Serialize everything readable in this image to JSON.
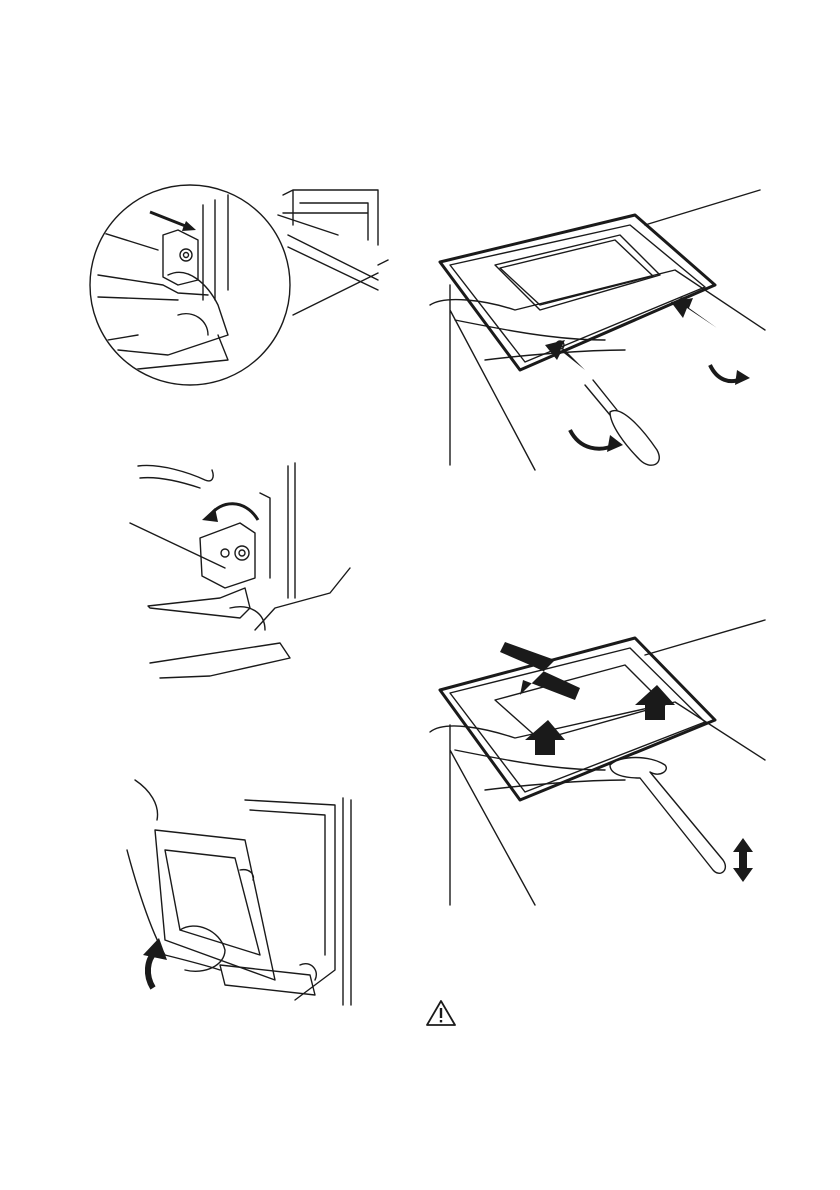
{
  "page": {
    "background": "#ffffff",
    "line_color": "#1a1a1a"
  },
  "figures": [
    {
      "id": "hinge-detail",
      "icon": "magnifier-detail"
    },
    {
      "id": "open-hinge-lever",
      "icon": "curved-arrow"
    },
    {
      "id": "lift-door",
      "icon": "up-arrow"
    },
    {
      "id": "unscrew-panel",
      "icon": "screwdriver"
    },
    {
      "id": "lift-glass-panel",
      "icon": "up-arrows"
    }
  ],
  "warning": {
    "icon": "warning-triangle-icon",
    "color": "#1a1a1a"
  }
}
